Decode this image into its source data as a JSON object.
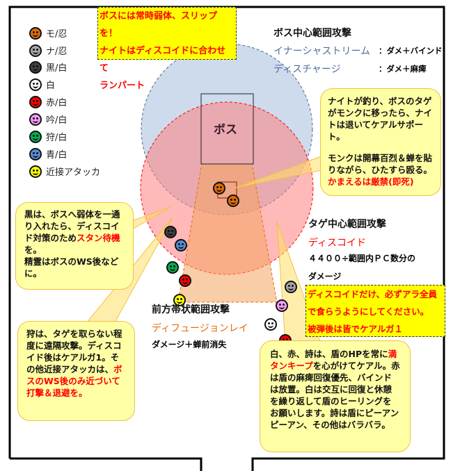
{
  "legend": [
    {
      "label": "モ/忍",
      "color": "#e36c09"
    },
    {
      "label": "ナ/忍",
      "color": "#a6a6a6"
    },
    {
      "label": "黒/白",
      "color": "#404040"
    },
    {
      "label": "白",
      "color": "#ffffff"
    },
    {
      "label": "赤/白",
      "color": "#ff0000"
    },
    {
      "label": "吟/白",
      "color": "#ff99ff"
    },
    {
      "label": "狩/白",
      "color": "#00b050"
    },
    {
      "label": "青/白",
      "color": "#558ed5"
    },
    {
      "label": "近接アタッカ",
      "color": "#ffff00"
    }
  ],
  "top_note": {
    "line1": "ボスには常時弱体、スリップを！",
    "line2": "ナイトはディスコイドに合わせて",
    "line3": "ランパート"
  },
  "boss_label": "ボス",
  "boss_aoe": {
    "title": "ボス中心範囲攻撃",
    "skill1": "イナーシャストリーム",
    "effect1": "：ダメ＋バインド",
    "skill2": "ディスチャージ",
    "effect2": "：ダメ＋麻痺"
  },
  "callout_knight": {
    "text1": "ナイトが釣り、ボスのタゲがモンクに移ったら、ナイトは退いてケアルサポート。",
    "text2": "モンクは開幕百烈＆蝉を貼りながら、ひたすら殴る。",
    "warning": "かまえるは厳禁(即死)"
  },
  "callout_black": {
    "text1": "黒は、ボスへ弱体を一通り入れたら、ディスコイド対策のため",
    "highlight": "スタン待機",
    "text2": "を。",
    "text3": "精霊はボスのWS後などに。"
  },
  "callout_ranger": {
    "text1": "狩は、タゲを取らない程度に遠隔攻撃。ディスコイド後はケアルガ1。その他近接アタッカは、",
    "highlight": "ボスのWS後のみ近づいて打撃＆退避を。"
  },
  "target_aoe": {
    "title": "タゲ中心範囲攻撃",
    "skill": "ディスコイド",
    "desc1": "４４００÷範囲内ＰＣ数分の",
    "desc2": "ダメージ"
  },
  "discoid_note": {
    "line1": "ディスコイドだけ、必ずアラ全員",
    "line2": "で食らうようにしてください。",
    "line3": "被弾後は皆でケアルガ１"
  },
  "frontal_aoe": {
    "title": "前方帯状範囲攻撃",
    "skill": "ディフュージョンレイ",
    "effect": "ダメージ＋蝉前消失"
  },
  "callout_healers": {
    "text1": "白、赤、詩は、盾のHPを常に",
    "highlight": "満タンキープ",
    "text2": "を心がけてケアル。赤は盾の麻痺回復優先、バインドは放置。白は交互に回復と休憩を繰り返して盾のヒーリングをお願いします。詩は盾にピーアンピーアン、その他はバラバラ。"
  }
}
